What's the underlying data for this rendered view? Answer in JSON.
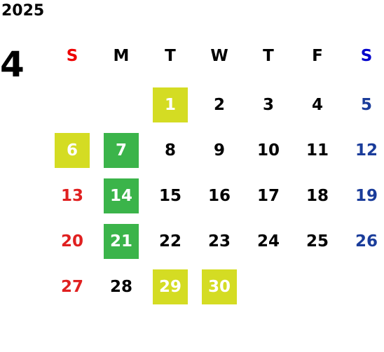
{
  "calendar": {
    "year": "2025",
    "month": "4",
    "weekdays": [
      "S",
      "M",
      "T",
      "W",
      "T",
      "F",
      "S"
    ],
    "days": [
      {
        "day": "1",
        "col": 2,
        "row": 0,
        "style": "lime"
      },
      {
        "day": "2",
        "col": 3,
        "row": 0,
        "style": "normal"
      },
      {
        "day": "3",
        "col": 4,
        "row": 0,
        "style": "normal"
      },
      {
        "day": "4",
        "col": 5,
        "row": 0,
        "style": "normal"
      },
      {
        "day": "5",
        "col": 6,
        "row": 0,
        "style": "saturday"
      },
      {
        "day": "6",
        "col": 0,
        "row": 1,
        "style": "lime"
      },
      {
        "day": "7",
        "col": 1,
        "row": 1,
        "style": "green"
      },
      {
        "day": "8",
        "col": 2,
        "row": 1,
        "style": "normal"
      },
      {
        "day": "9",
        "col": 3,
        "row": 1,
        "style": "normal"
      },
      {
        "day": "10",
        "col": 4,
        "row": 1,
        "style": "normal"
      },
      {
        "day": "11",
        "col": 5,
        "row": 1,
        "style": "normal"
      },
      {
        "day": "12",
        "col": 6,
        "row": 1,
        "style": "saturday"
      },
      {
        "day": "13",
        "col": 0,
        "row": 2,
        "style": "sunday"
      },
      {
        "day": "14",
        "col": 1,
        "row": 2,
        "style": "green"
      },
      {
        "day": "15",
        "col": 2,
        "row": 2,
        "style": "normal"
      },
      {
        "day": "16",
        "col": 3,
        "row": 2,
        "style": "normal"
      },
      {
        "day": "17",
        "col": 4,
        "row": 2,
        "style": "normal"
      },
      {
        "day": "18",
        "col": 5,
        "row": 2,
        "style": "normal"
      },
      {
        "day": "19",
        "col": 6,
        "row": 2,
        "style": "saturday"
      },
      {
        "day": "20",
        "col": 0,
        "row": 3,
        "style": "sunday"
      },
      {
        "day": "21",
        "col": 1,
        "row": 3,
        "style": "green"
      },
      {
        "day": "22",
        "col": 2,
        "row": 3,
        "style": "normal"
      },
      {
        "day": "23",
        "col": 3,
        "row": 3,
        "style": "normal"
      },
      {
        "day": "24",
        "col": 4,
        "row": 3,
        "style": "normal"
      },
      {
        "day": "25",
        "col": 5,
        "row": 3,
        "style": "normal"
      },
      {
        "day": "26",
        "col": 6,
        "row": 3,
        "style": "saturday"
      },
      {
        "day": "27",
        "col": 0,
        "row": 4,
        "style": "sunday"
      },
      {
        "day": "28",
        "col": 1,
        "row": 4,
        "style": "normal"
      },
      {
        "day": "29",
        "col": 2,
        "row": 4,
        "style": "lime"
      },
      {
        "day": "30",
        "col": 3,
        "row": 4,
        "style": "lime"
      }
    ]
  },
  "colors": {
    "text": "#000000",
    "sunday_header": "#ee0000",
    "saturday_header": "#0000cc",
    "sunday_day": "#e02020",
    "saturday_day": "#1a3c9a",
    "lime_bg": "#d4dc23",
    "green_bg": "#3bb44a",
    "highlight_text": "#ffffff"
  }
}
